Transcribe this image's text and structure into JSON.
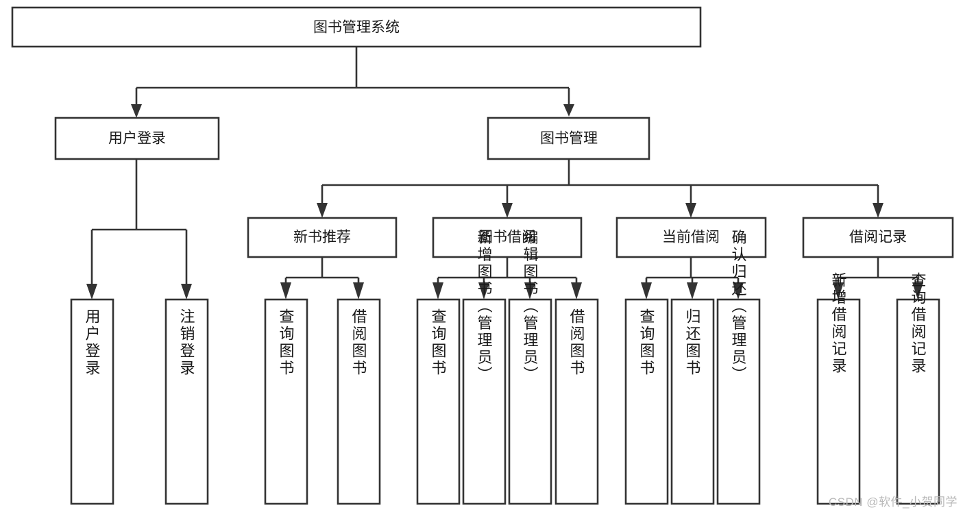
{
  "diagram": {
    "type": "tree-flowchart",
    "title": "图书管理系统",
    "orientation": "top-down",
    "watermark": "CSDN @软件_小贺同学",
    "colors": {
      "box_fill": "#ffffff",
      "box_stroke": "#333333",
      "text": "#1a1a1a",
      "background": "#ffffff",
      "watermark": "#b9b9b9"
    },
    "nodes": {
      "root": "图书管理系统",
      "level2": [
        {
          "id": "user-login",
          "label": "用户登录"
        },
        {
          "id": "book-management",
          "label": "图书管理"
        }
      ],
      "level3": [
        {
          "id": "new-book-recommend",
          "label": "新书推荐"
        },
        {
          "id": "book-borrow",
          "label": "图书借阅"
        },
        {
          "id": "current-borrow",
          "label": "当前借阅"
        },
        {
          "id": "borrow-record",
          "label": "借阅记录"
        }
      ],
      "leaves": {
        "user_login": [
          {
            "id": "leaf-user-login",
            "label": "用户登录"
          },
          {
            "id": "leaf-logout-login",
            "label": "注销登录"
          }
        ],
        "new_book_recommend": [
          {
            "id": "leaf-query-book-1",
            "label": "查询图书"
          },
          {
            "id": "leaf-borrow-book-1",
            "label": "借阅图书"
          }
        ],
        "book_borrow": [
          {
            "id": "leaf-query-book-2",
            "label": "查询图书"
          },
          {
            "id": "leaf-add-book",
            "label": "新增图书（管理员）"
          },
          {
            "id": "leaf-edit-book",
            "label": "编辑图书（管理员）"
          },
          {
            "id": "leaf-borrow-book-2",
            "label": "借阅图书"
          }
        ],
        "current_borrow": [
          {
            "id": "leaf-query-book-3",
            "label": "查询图书"
          },
          {
            "id": "leaf-return-book",
            "label": "归还图书"
          },
          {
            "id": "leaf-confirm-return",
            "label": "确认归还（管理员）"
          }
        ],
        "borrow_record": [
          {
            "id": "leaf-add-record",
            "label": "新增借阅记录"
          },
          {
            "id": "leaf-query-record",
            "label": "查询借阅记录"
          }
        ]
      }
    }
  }
}
